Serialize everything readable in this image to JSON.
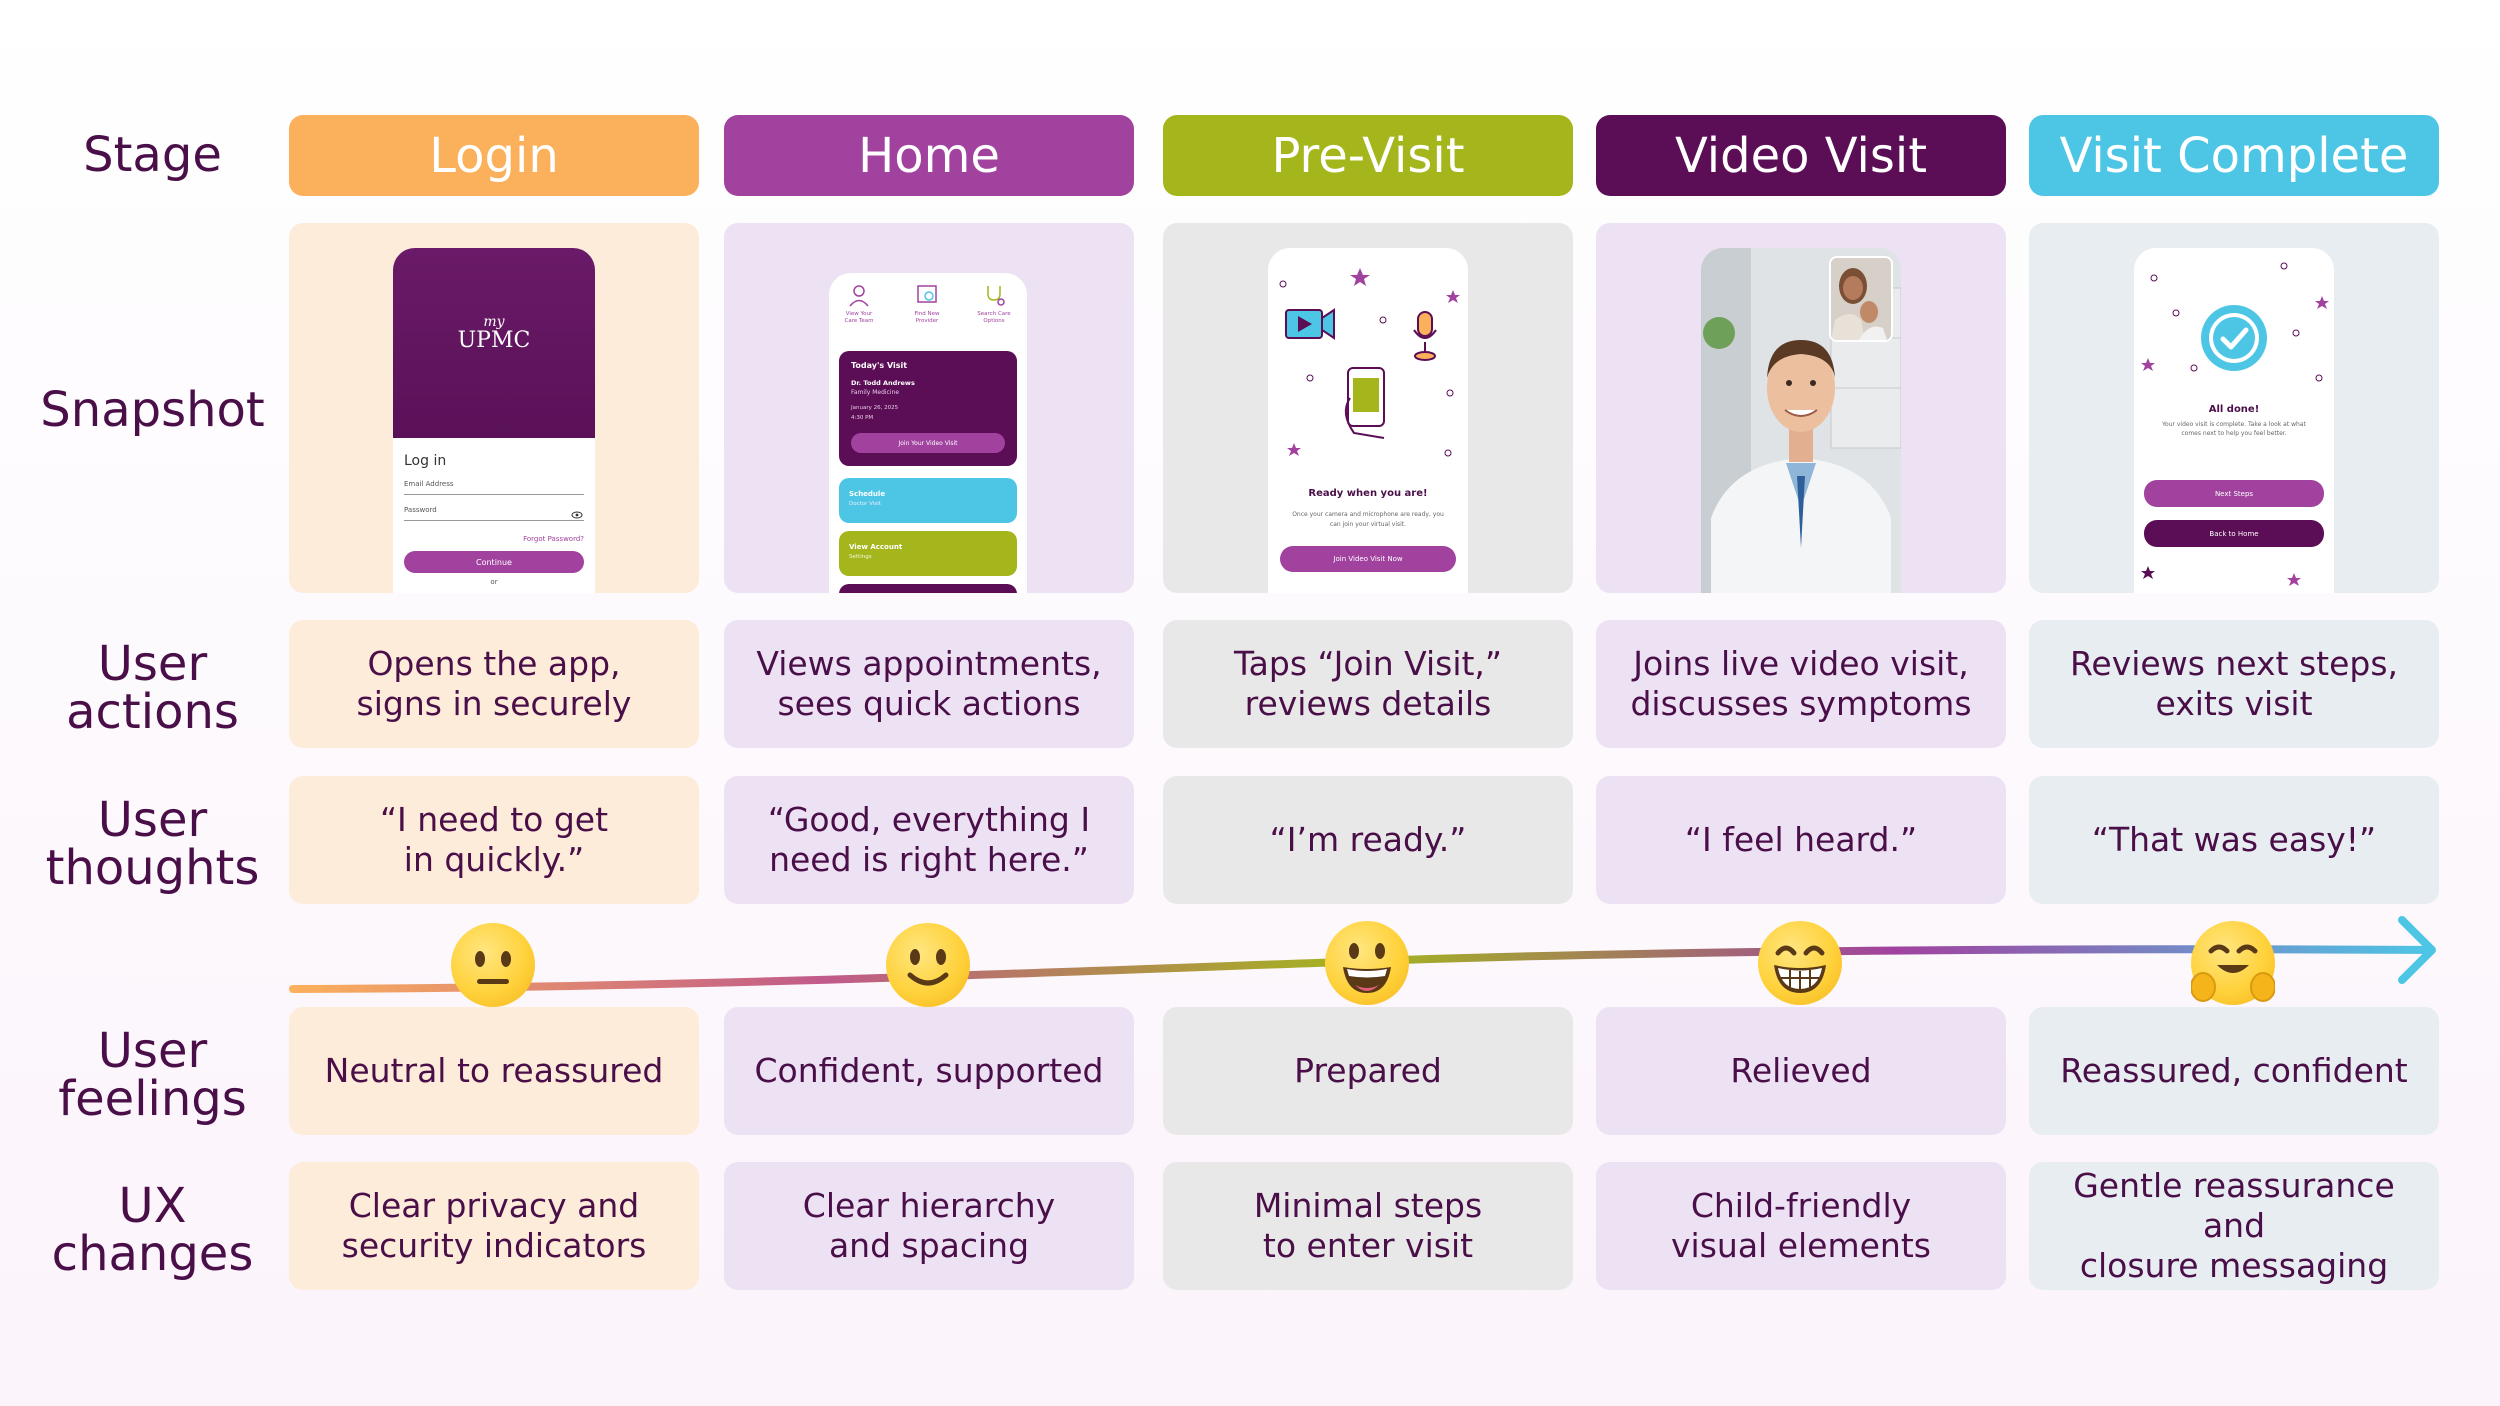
{
  "row_labels": {
    "stage": "Stage",
    "snapshot": "Snapshot",
    "actions": "User\nactions",
    "thoughts": "User\nthoughts",
    "feelings": "User\nfeelings",
    "ux": "UX\nchanges"
  },
  "stages": [
    {
      "name": "Login",
      "color": "#fbb05c",
      "tint": "#feecda",
      "action": "Opens the app,\nsigns in securely",
      "thought": "“I need to get\nin quickly.”",
      "feeling": "Neutral to reassured",
      "ux": "Clear privacy and\nsecurity indicators",
      "emoji": "neutral-face"
    },
    {
      "name": "Home",
      "color": "#a1429f",
      "tint": "#ede1f4",
      "action": "Views appointments,\nsees quick actions",
      "thought": "“Good, everything I\nneed is right here.”",
      "feeling": "Confident, supported",
      "ux": "Clear hierarchy\nand spacing",
      "emoji": "slightly-smiling-face"
    },
    {
      "name": "Pre-Visit",
      "color": "#a4b61c",
      "tint": "#e8e8e8",
      "action": "Taps “Join Visit,”\nreviews details",
      "thought": "“I’m ready.”",
      "feeling": "Prepared",
      "ux": "Minimal steps\nto enter visit",
      "emoji": "grinning-face"
    },
    {
      "name": "Video Visit",
      "color": "#5b0d55",
      "tint": "#ede1f4",
      "action": "Joins live video visit,\ndiscusses symptoms",
      "thought": "“I feel heard.”",
      "feeling": "Relieved",
      "ux": "Child-friendly\nvisual elements",
      "emoji": "beaming-face"
    },
    {
      "name": "Visit Complete",
      "color": "#4dc6e6",
      "tint": "#e7edf0",
      "action": "Reviews next steps,\nexits visit",
      "thought": "“That was easy!”",
      "feeling": "Reassured, confident",
      "ux": "Gentle reassurance and\nclosure messaging",
      "emoji": "hugging-face"
    }
  ],
  "snapshots": {
    "login": {
      "logo_small": "my",
      "logo": "UPMC",
      "heading": "Log in",
      "email_label": "Email Address",
      "password_label": "Password",
      "forgot": "Forgot Password?",
      "continue": "Continue",
      "or": "or"
    },
    "home": {
      "quick_actions": [
        "View Your Care Team",
        "Find New Provider",
        "Search Care Options"
      ],
      "visit_title": "Today's Visit",
      "doctor": "Dr. Todd Andrews",
      "specialty": "Family Medicine",
      "date": "January 26, 2025",
      "time": "4:30 PM",
      "join": "Join Your Video Visit",
      "schedule": "Schedule",
      "schedule_sub": "Doctor Visit",
      "account": "View Account",
      "account_sub": "Settings"
    },
    "previsit": {
      "title": "Ready when you are!",
      "body": "Once your camera and microphone are ready, you can join your virtual visit.",
      "button": "Join Video Visit Now"
    },
    "complete": {
      "title": "All done!",
      "body": "Your video visit is complete. Take a look at what comes next to help you feel better.",
      "next": "Next Steps",
      "back": "Back to Home"
    }
  },
  "journey_line_colors": [
    "#fbb05c",
    "#a1429f",
    "#a4b61c",
    "#a1429f",
    "#4dc6e6"
  ]
}
